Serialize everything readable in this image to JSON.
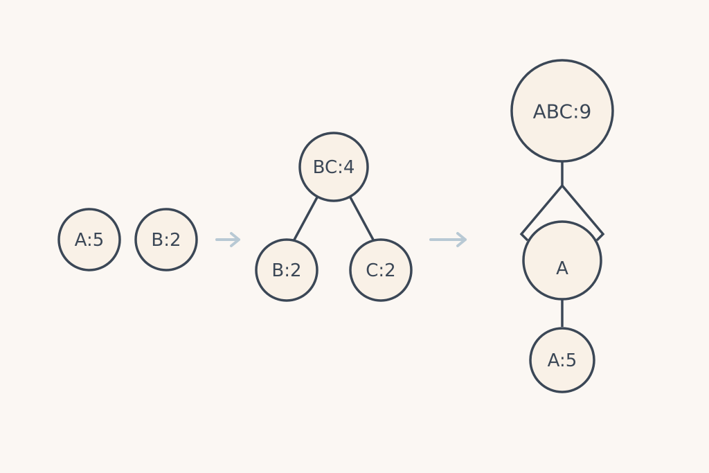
{
  "diagram": {
    "stage1": {
      "nodes": [
        {
          "label": "A:5"
        },
        {
          "label": "B:2"
        }
      ]
    },
    "stage2": {
      "root": {
        "label": "BC:4"
      },
      "children": [
        {
          "label": "B:2"
        },
        {
          "label": "C:2"
        }
      ]
    },
    "stage3": {
      "root": {
        "label": "ABC:9"
      },
      "middle": {
        "label": "A"
      },
      "leaf": {
        "label": "A:5"
      }
    },
    "colors": {
      "background": "#fbf7f3",
      "node_fill": "#f9f1e7",
      "stroke": "#3b4756",
      "arrow": "#b8c9d4"
    }
  }
}
